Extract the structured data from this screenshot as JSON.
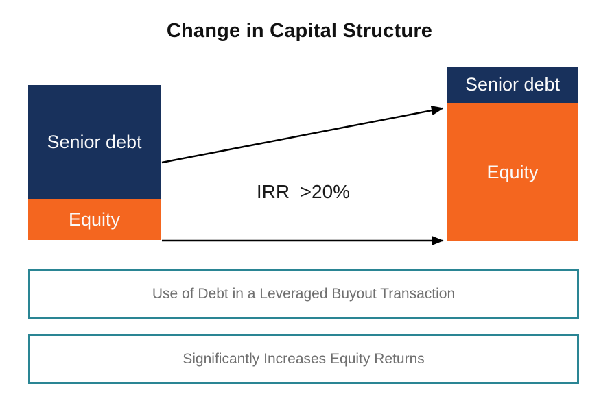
{
  "title": "Change in Capital Structure",
  "irr_label": "IRR  >20%",
  "bars": {
    "before": {
      "name": "capital-structure-before",
      "segments": [
        {
          "label": "Senior debt",
          "color": "#18315c",
          "proportion": 0.73
        },
        {
          "label": "Equity",
          "color": "#f4661f",
          "proportion": 0.27
        }
      ]
    },
    "after": {
      "name": "capital-structure-after",
      "segments": [
        {
          "label": "Senior debt",
          "color": "#18315c",
          "proportion": 0.21
        },
        {
          "label": "Equity",
          "color": "#f4661f",
          "proportion": 0.79
        }
      ]
    }
  },
  "callouts": [
    {
      "text": "Use of Debt in a Leveraged Buyout Transaction"
    },
    {
      "text": "Significantly Increases Equity Returns"
    }
  ],
  "colors": {
    "senior_debt_fill": "#18315c",
    "equity_fill": "#f4661f",
    "callout_border": "#2a8594",
    "callout_text": "#6f6f6f",
    "arrow": "#000000",
    "title_text": "#111111",
    "bar_label_text": "#fafafa"
  }
}
